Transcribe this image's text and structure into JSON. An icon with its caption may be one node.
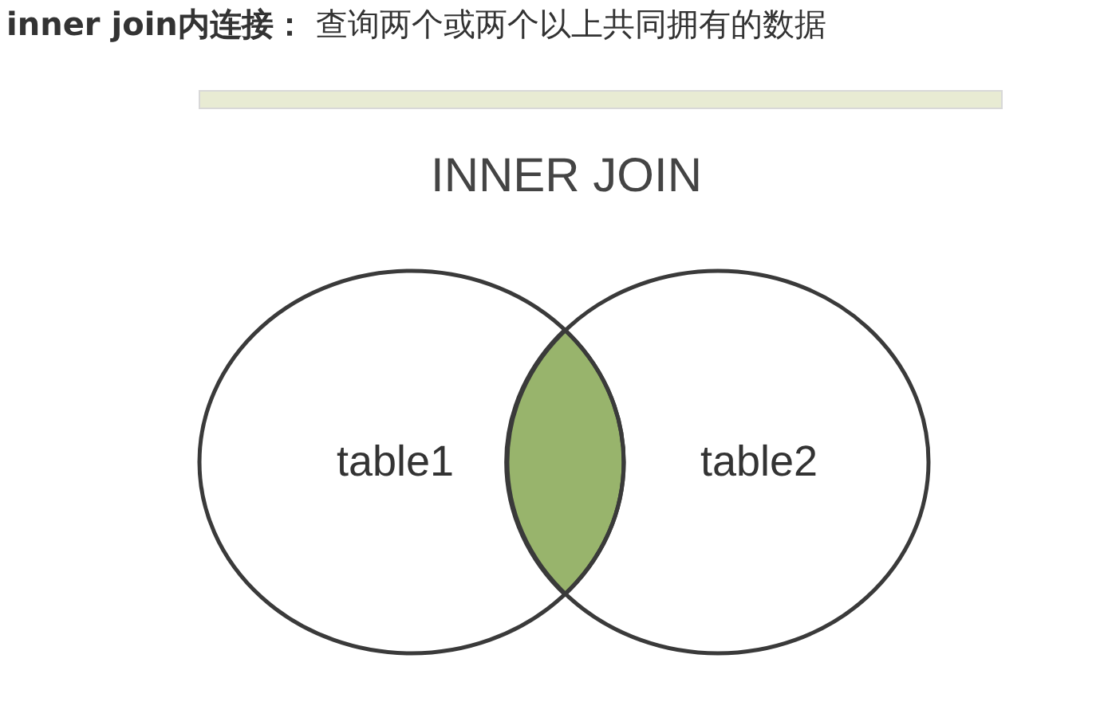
{
  "diagram": {
    "title": "INNER JOIN",
    "nodes": [
      {
        "text": [
          "table1"
        ]
      },
      {
        "text": [
          "table2"
        ]
      },
      {
        "text": [],
        "shape": "lens"
      }
    ],
    "labels": [
      "**inner join内连接：** 查询两个或两个以上共同拥有的数据"
    ]
  }
}
